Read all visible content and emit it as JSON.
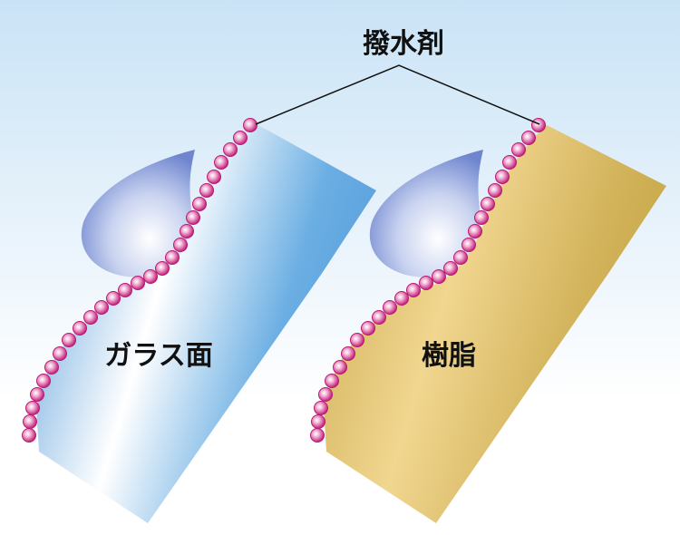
{
  "title": "撥水剤",
  "panels": [
    {
      "label": "ガラス面",
      "material": "glass"
    },
    {
      "label": "樹脂",
      "material": "resin"
    }
  ],
  "colors": {
    "glass": "#5fa6de",
    "resin": "#d2b258",
    "bead": "#c8247e",
    "drop": "#8fa3dc"
  }
}
